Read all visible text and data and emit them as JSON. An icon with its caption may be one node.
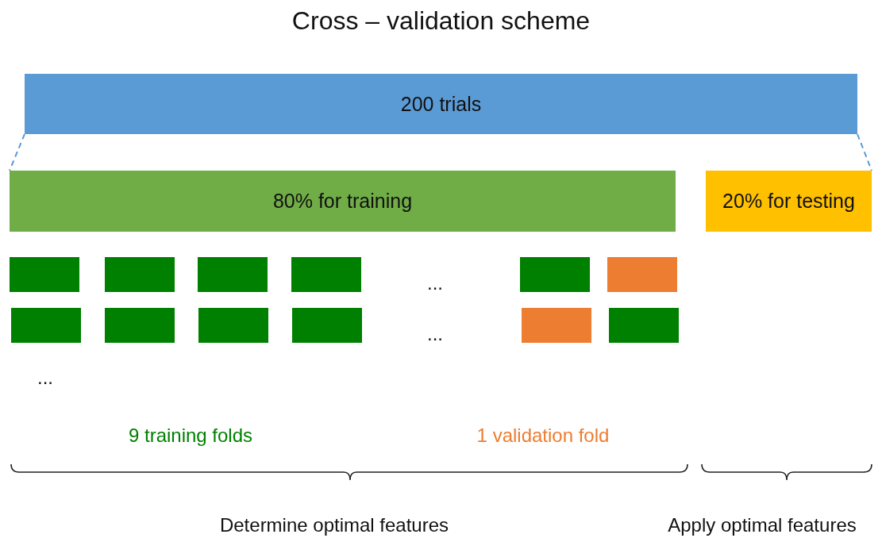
{
  "diagram": {
    "title": "Cross – validation scheme",
    "nodes": [
      {
        "text": [
          "200 trials"
        ]
      },
      {
        "text": [
          "80% for training"
        ]
      },
      {
        "text": [
          "20% for testing"
        ]
      }
    ],
    "edges": [
      {
        "from": 0,
        "to": 1,
        "arrow": "none",
        "style": "dashed"
      },
      {
        "from": 0,
        "to": 2,
        "arrow": "none",
        "style": "dashed"
      }
    ],
    "labels": [
      "...",
      "...",
      "...",
      "Determine optimal features",
      "Apply optimal features"
    ],
    "legend": [
      {
        "text": "9 training folds",
        "color": "#008000"
      },
      {
        "text": "1 validation fold",
        "color": "#ed7d31"
      }
    ]
  }
}
